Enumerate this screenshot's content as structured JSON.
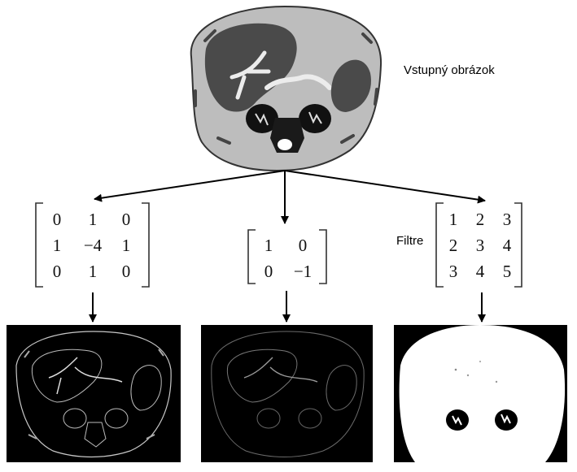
{
  "input_label": "Vstupný obrázok",
  "filter_label": "Filtre",
  "filters": [
    {
      "rows": [
        [
          "0",
          "1",
          "0"
        ],
        [
          "1",
          "−4",
          "1"
        ],
        [
          "0",
          "1",
          "0"
        ]
      ]
    },
    {
      "rows": [
        [
          "1",
          "0"
        ],
        [
          "0",
          "−1"
        ]
      ]
    },
    {
      "rows": [
        [
          "1",
          "2",
          "3"
        ],
        [
          "2",
          "3",
          "4"
        ],
        [
          "3",
          "4",
          "5"
        ]
      ]
    }
  ]
}
